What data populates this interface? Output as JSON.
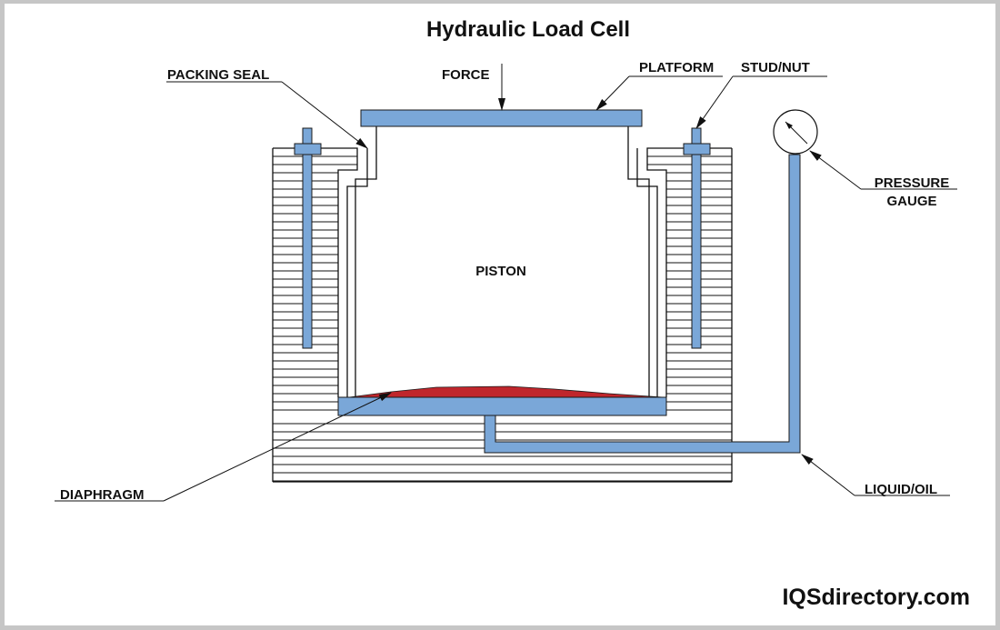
{
  "title": "Hydraulic Load Cell",
  "labels": {
    "packing_seal": "PACKING SEAL",
    "force": "FORCE",
    "platform": "PLATFORM",
    "stud_nut": "STUD/NUT",
    "pressure_gauge_line1": "PRESSURE",
    "pressure_gauge_line2": "GAUGE",
    "piston": "PISTON",
    "diaphragm": "DIAPHRAGM",
    "liquid_oil": "LIQUID/OIL"
  },
  "brand": "IQSdirectory.com",
  "colors": {
    "component_blue": "#7aa7d8",
    "diaphragm_red": "#c0262c",
    "frame_gray": "#c6c6c6",
    "line": "#111111"
  }
}
